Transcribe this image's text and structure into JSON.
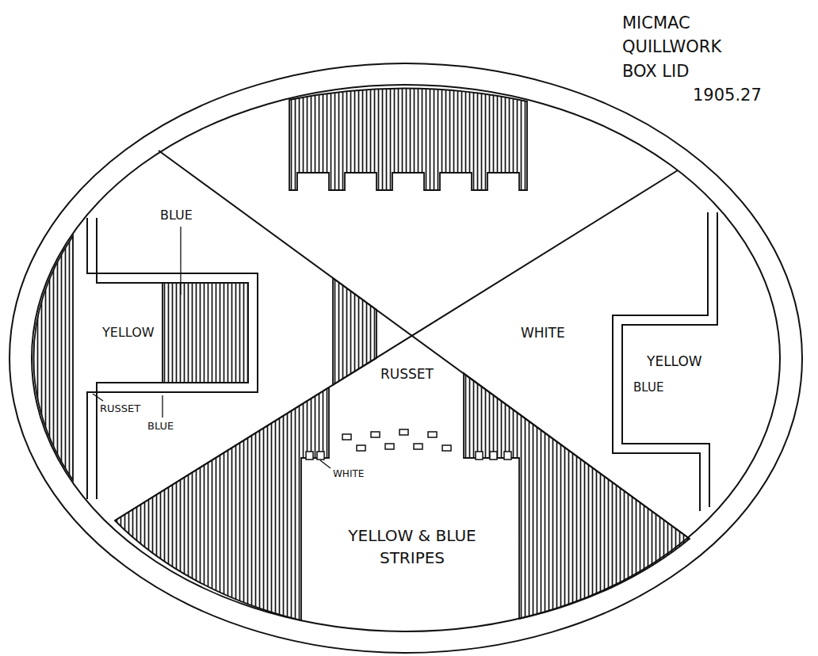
{
  "diagram": {
    "title": "MICMAC QUILLWORK BOX LID",
    "labels": [
      "1905.27",
      "BLUE",
      "YELLOW",
      "RUSSET",
      "BLUE",
      "WHITE",
      "YELLOW",
      "BLUE",
      "RUSSET",
      "WHITE",
      "YELLOW & BLUE STRIPES"
    ]
  }
}
